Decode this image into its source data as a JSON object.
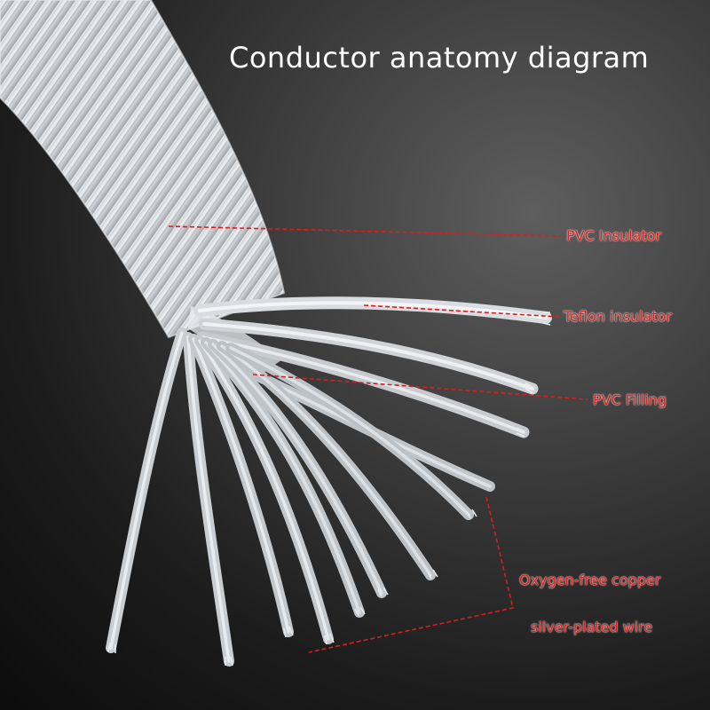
{
  "diagram": {
    "title": "Conductor anatomy diagram",
    "labels": {
      "pvc_insulator": "PVC Insulator",
      "teflon_insulator": "Teflon insulator",
      "pvc_filling": "PVC Filling",
      "conductor_line1": "Oxygen-free copper",
      "conductor_line2": "silver-plated wire"
    },
    "colors": {
      "label_text": "#e0201e",
      "leader_line": "#d42020",
      "title_text": "#ffffff"
    }
  }
}
